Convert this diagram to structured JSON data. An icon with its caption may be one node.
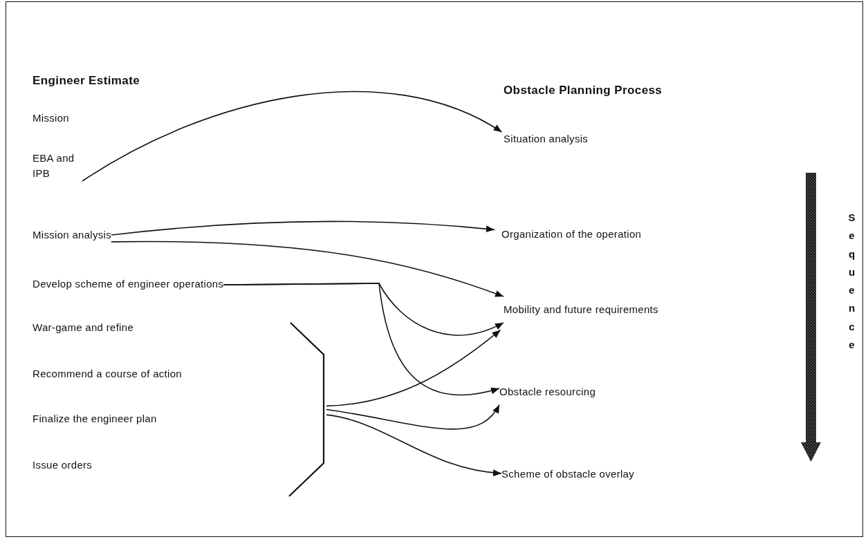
{
  "diagram": {
    "nodes": [
      {
        "text": [
          "Mission"
        ]
      },
      {
        "text": [
          "EBA and IPB"
        ]
      },
      {
        "text": [
          "Mission analysis"
        ]
      },
      {
        "text": [
          "Develop scheme of engineer operations"
        ]
      },
      {
        "text": [
          "War-game and refine"
        ]
      },
      {
        "text": [
          "Recommend a course of action"
        ]
      },
      {
        "text": [
          "Finalize the engineer plan"
        ]
      },
      {
        "text": [
          "Issue orders"
        ]
      },
      {
        "text": [],
        "shape": "bracket"
      },
      {
        "text": [
          "Situation analysis"
        ]
      },
      {
        "text": [
          "Organization of the operation"
        ]
      },
      {
        "text": [
          "Mobility and future requirements"
        ]
      },
      {
        "text": [
          "Obstacle resourcing"
        ]
      },
      {
        "text": [
          "Scheme of obstacle overlay"
        ]
      }
    ],
    "edges": [
      {
        "from": 1,
        "to": 9,
        "arrow": "to"
      },
      {
        "from": 2,
        "to": 10,
        "arrow": "to"
      },
      {
        "from": 2,
        "to": 11,
        "arrow": "to"
      },
      {
        "from": 3,
        "to": 11,
        "arrow": "to"
      },
      {
        "from": 3,
        "to": 12,
        "arrow": "to"
      },
      {
        "from": 8,
        "to": 11,
        "arrow": "to"
      },
      {
        "from": 8,
        "to": 12,
        "arrow": "to"
      },
      {
        "from": 8,
        "to": 13,
        "arrow": "to"
      }
    ],
    "labels": [
      "Engineer Estimate",
      "Obstacle Planning Process",
      "Sequence"
    ]
  }
}
